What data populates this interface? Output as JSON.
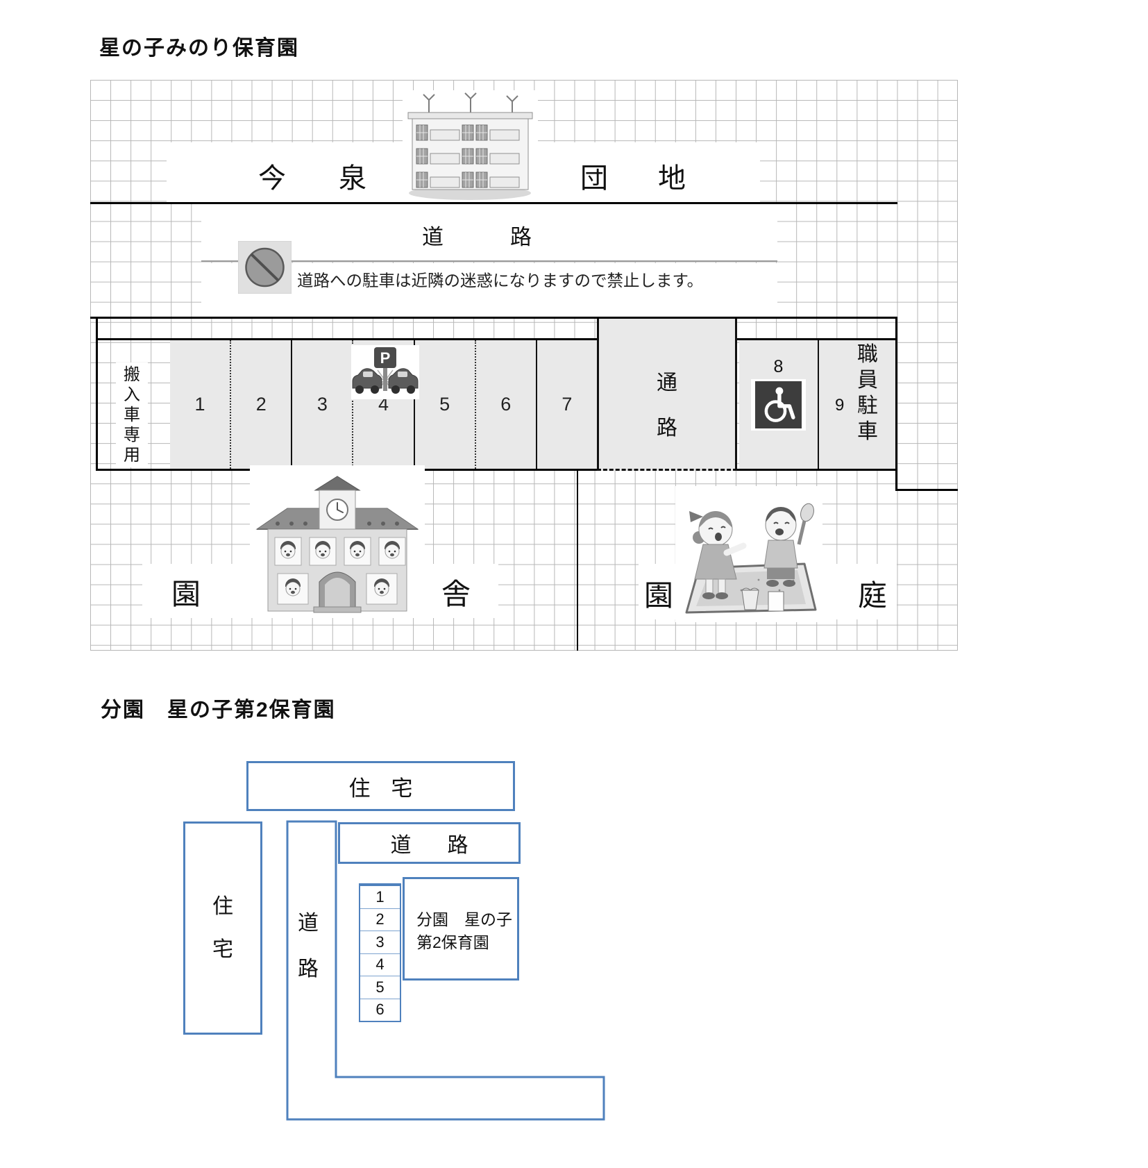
{
  "titles": {
    "main": "星の子みのり保育園",
    "branch": "分園　星の子第2保育園"
  },
  "main_map": {
    "danchi_left": "今泉",
    "danchi_right": "団地",
    "road": "道路",
    "no_parking_notice": "道路への駐車は近隣の迷惑になりますので禁止します。",
    "parking": {
      "delivery_only": "搬入車専用",
      "spots": [
        "1",
        "2",
        "3",
        "4",
        "5",
        "6",
        "7"
      ],
      "aisle": "通路",
      "spot8": "8",
      "spot9": "9",
      "staff": "職員駐車"
    },
    "ensha": {
      "left": "園",
      "right": "舎"
    },
    "entei": {
      "left": "園",
      "right": "庭"
    },
    "icons": {
      "building": "apartment-building-illustration",
      "no_parking": "no-parking-sign",
      "parking_sign": "parking-sign-with-cars",
      "wheelchair": "wheelchair-accessible-icon",
      "school": "school-building-illustration",
      "kids": "children-sandbox-illustration"
    },
    "colors": {
      "cell_gray": "#e9e9e9",
      "line_black": "#000000",
      "grid_gray": "#b6b6b6",
      "sign_dark": "#3d3d3d"
    }
  },
  "branch_map": {
    "housing_top": "住宅",
    "housing_left": "住宅",
    "road_vertical": "道路",
    "road_top": "道路",
    "spots": [
      "1",
      "2",
      "3",
      "4",
      "5",
      "6"
    ],
    "building_line1": "分園　星の子",
    "building_line2": "第2保育園",
    "border_color": "#4f81bd"
  }
}
